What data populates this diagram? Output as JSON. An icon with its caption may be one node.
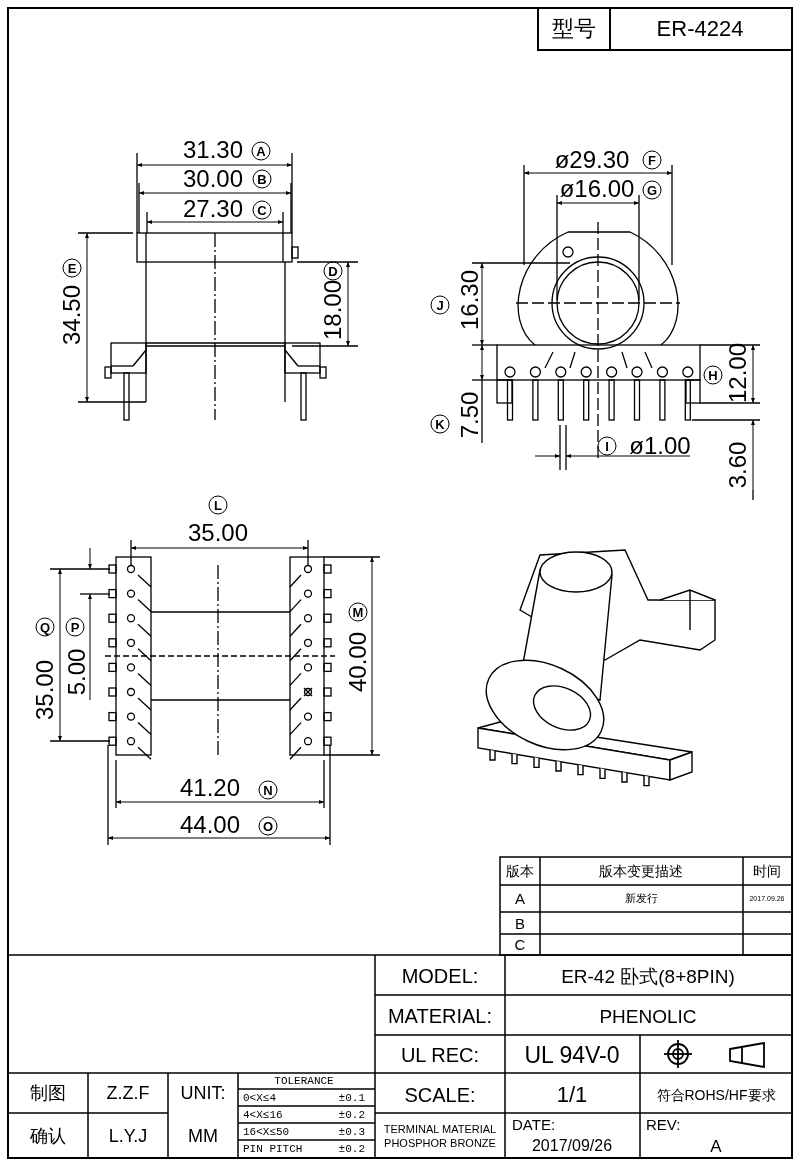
{
  "diagram": {
    "labels": [
      "型号",
      "ER-4224",
      "31.30",
      "A",
      "30.00",
      "B",
      "27.30",
      "C",
      "34.50",
      "E",
      "18.00",
      "D",
      "ø29.30",
      "F",
      "ø16.00",
      "G",
      "16.30",
      "J",
      "12.00",
      "H",
      "7.50",
      "K",
      "I",
      "ø1.00",
      "3.60",
      "L",
      "35.00",
      "Q",
      "P",
      "35.00",
      "5.00",
      "M",
      "40.00",
      "41.20",
      "N",
      "44.00",
      "O",
      "版本",
      "版本变更描述",
      "时间",
      "A",
      "新发行",
      "2017.09.26",
      "B",
      "C",
      "MODEL:",
      "ER-42 卧式(8+8PIN)",
      "MATERIAL:",
      "PHENOLIC",
      "UL REC:",
      "UL 94V-0",
      "制图",
      "Z.Z.F",
      "UNIT:",
      "TOLERANCE",
      "0<X≤4",
      "±0.1",
      "SCALE:",
      "1/1",
      "符合ROHS/HF要求",
      "4<X≤16",
      "±0.2",
      "16<X≤50",
      "±0.3",
      "确认",
      "L.Y.J",
      "MM",
      "PIN PITCH",
      "±0.2",
      "TERMINAL MATERIAL PHOSPHOR BRONZE",
      "DATE:",
      "2017/09/26",
      "REV:",
      "A"
    ]
  }
}
